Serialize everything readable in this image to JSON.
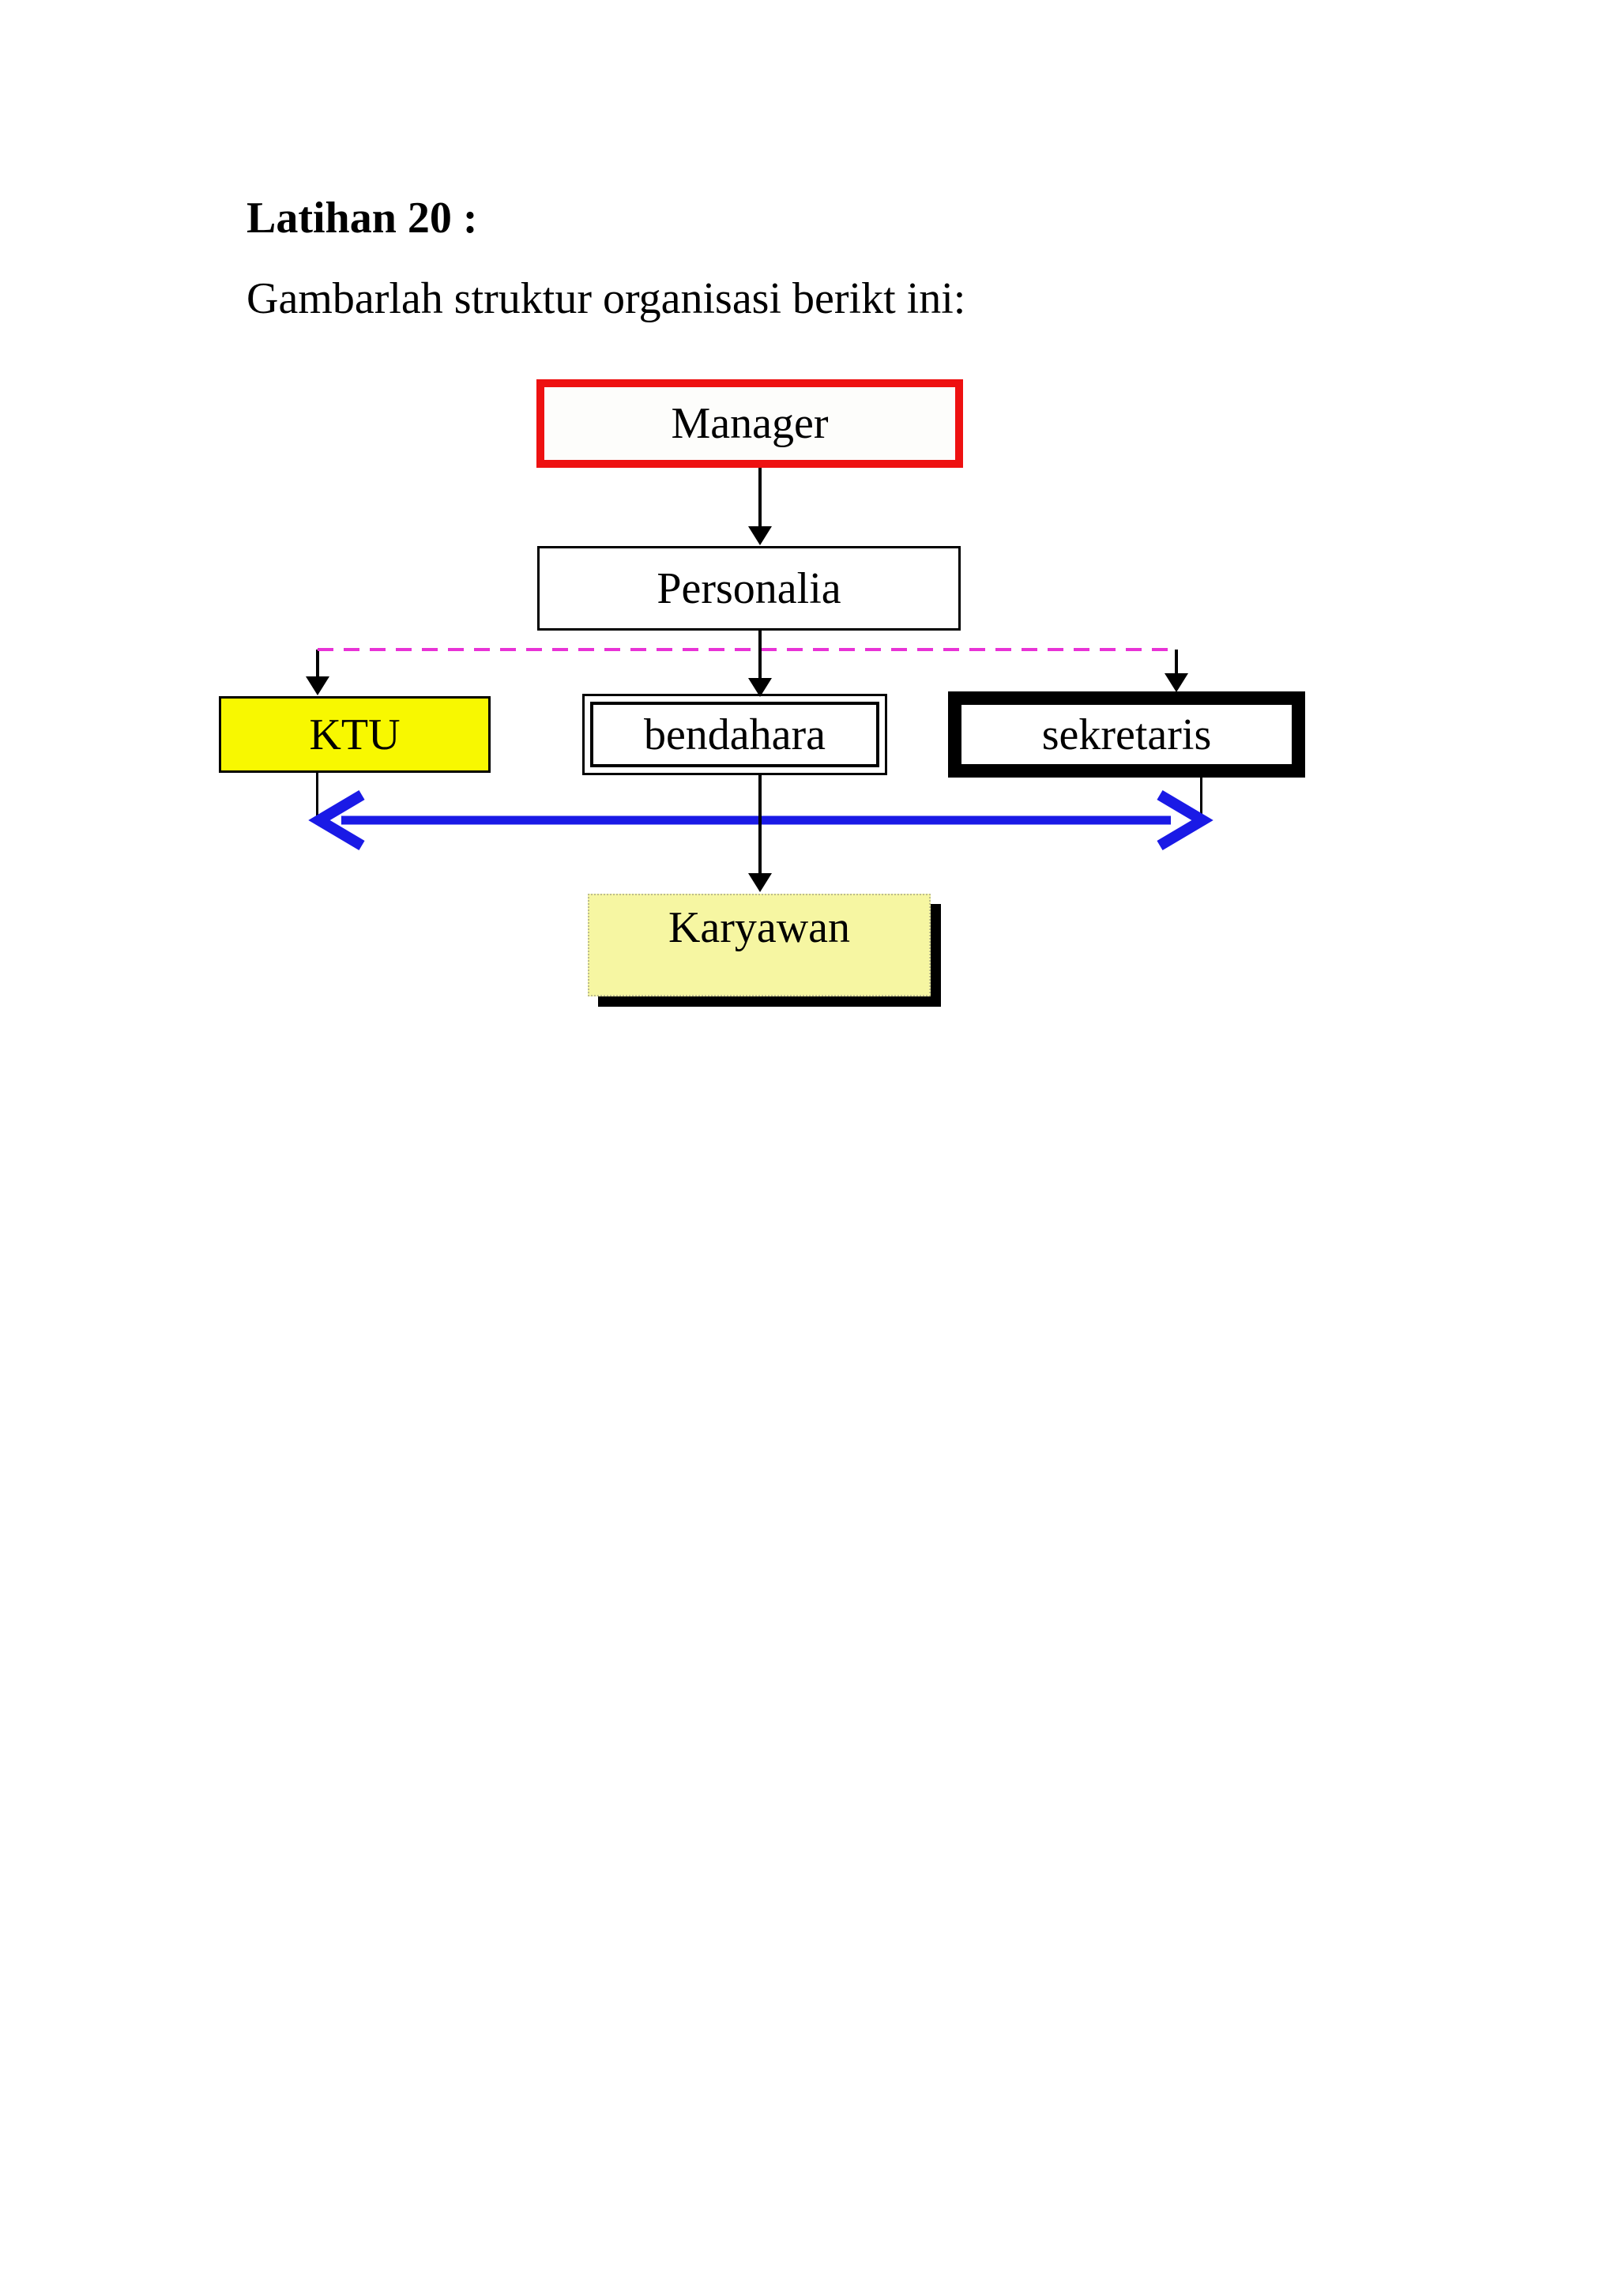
{
  "page": {
    "title": "Latihan 20 :",
    "instruction": "Gambarlah struktur organisasi berikt ini:"
  },
  "diagram": {
    "nodes": {
      "manager": "Manager",
      "personalia": "Personalia",
      "ktu": "KTU",
      "bendahara": "bendahara",
      "sekretaris": "sekretaris",
      "karyawan": "Karyawan"
    }
  },
  "colors": {
    "paper": "#ffffff",
    "ink": "#000000",
    "red": "#ee1111",
    "yellow": "#f8f800",
    "light_yellow": "#f6f6a2",
    "magenta": "#e832d6",
    "blue": "#1a1ae6"
  }
}
